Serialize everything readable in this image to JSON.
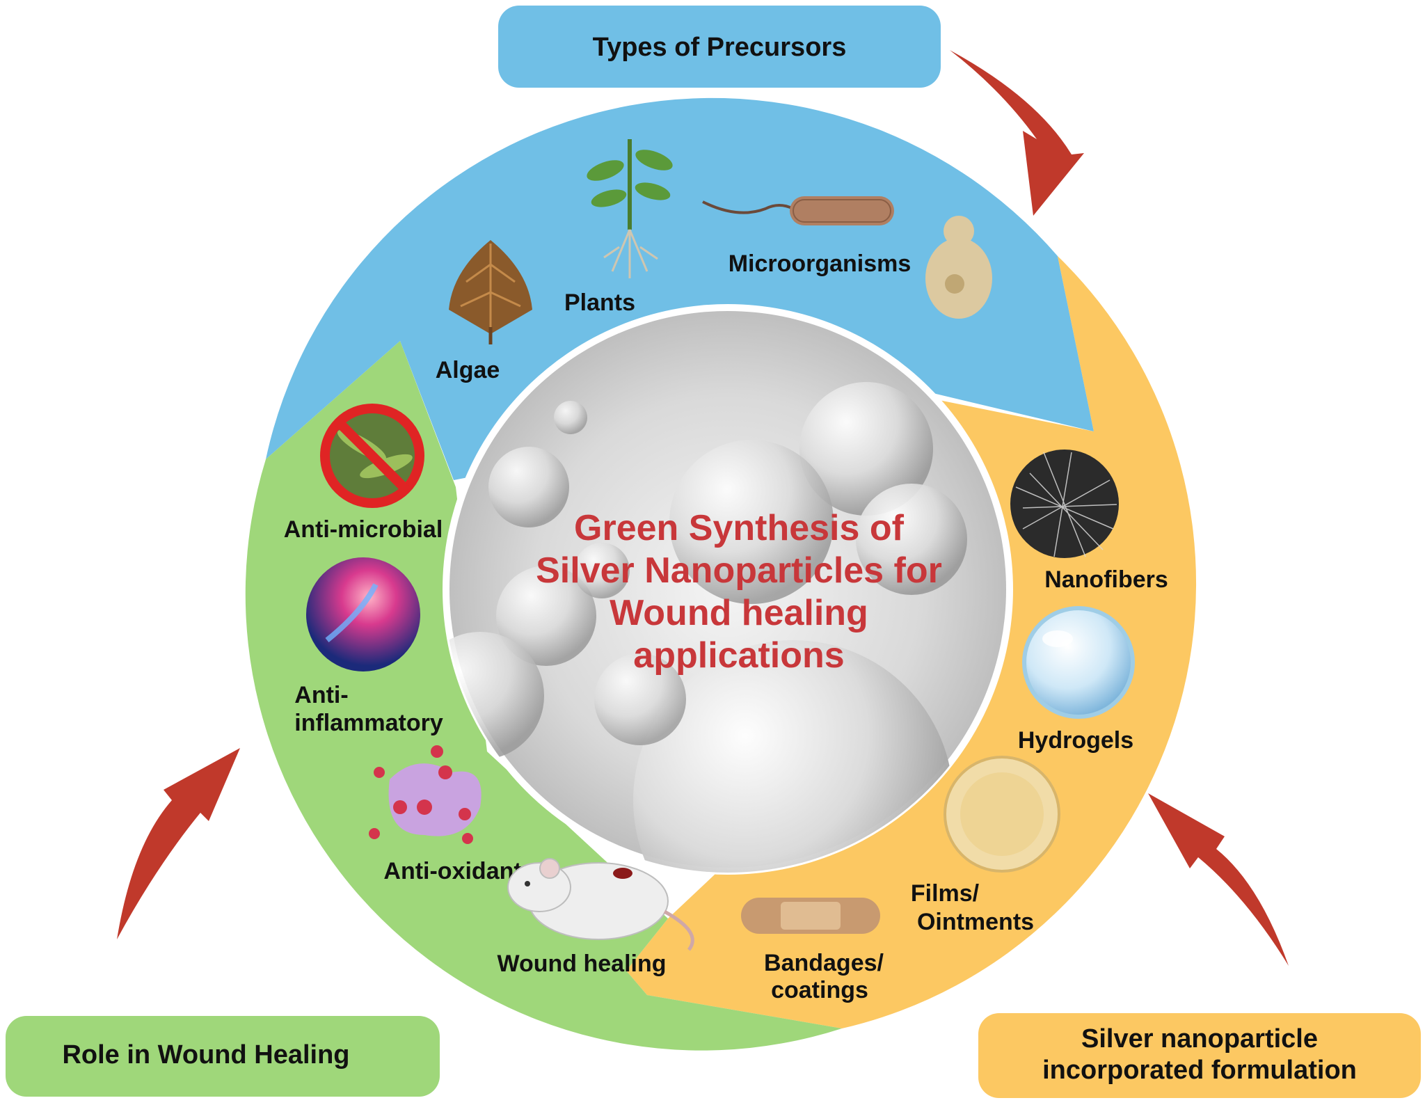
{
  "center": {
    "lines": [
      "Green Synthesis of",
      "Silver  Nanoparticles for",
      "Wound healing",
      "applications"
    ]
  },
  "boxes": {
    "precursors": "Types of Precursors",
    "role": "Role in Wound Healing",
    "formulation": [
      "Silver nanoparticle",
      "incorporated formulation"
    ]
  },
  "precursors": {
    "algae": "Algae",
    "plants": "Plants",
    "microorganisms": "Microorganisms"
  },
  "formulations": {
    "nanofibers": "Nanofibers",
    "hydrogels": "Hydrogels",
    "films": [
      "Films/",
      "Ointments"
    ],
    "bandages": [
      "Bandages/",
      "coatings"
    ]
  },
  "roles": {
    "antimicrobial": "Anti-microbial",
    "antiinflammatory": [
      "Anti-",
      "inflammatory"
    ],
    "antioxidants": "Anti-oxidants",
    "wound_healing": "Wound healing"
  },
  "colors": {
    "blue": "#70bfe6",
    "green": "#9fd77a",
    "orange": "#fcc862",
    "arrow": "#c0392b",
    "center_text": "#c8373a"
  }
}
